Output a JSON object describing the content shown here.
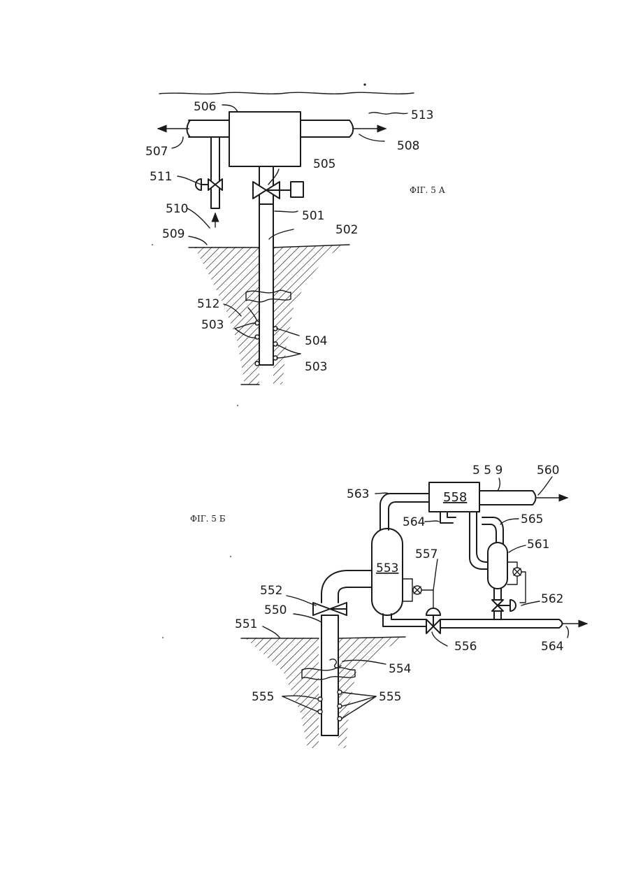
{
  "fig_a": {
    "caption": "ФIГ. 5 А",
    "labels": {
      "l506": "506",
      "l513": "513",
      "l507": "507",
      "l508": "508",
      "l511": "511",
      "l505": "505",
      "l510": "510",
      "l501": "501",
      "l502": "502",
      "l509": "509",
      "l512": "512",
      "l503a": "503",
      "l504": "504",
      "l503b": "503"
    }
  },
  "fig_b": {
    "caption": "ФIГ. 5 Б",
    "labels": {
      "l559": "5 5 9",
      "l560": "560",
      "l563": "563",
      "l558": "558",
      "l564a": "564",
      "l565": "565",
      "l561": "561",
      "l553": "553",
      "l557": "557",
      "l552": "552",
      "l562": "562",
      "l550": "550",
      "l551": "551",
      "l556": "556",
      "l564b": "564",
      "l554": "554",
      "l555a": "555",
      "l555b": "555"
    }
  }
}
